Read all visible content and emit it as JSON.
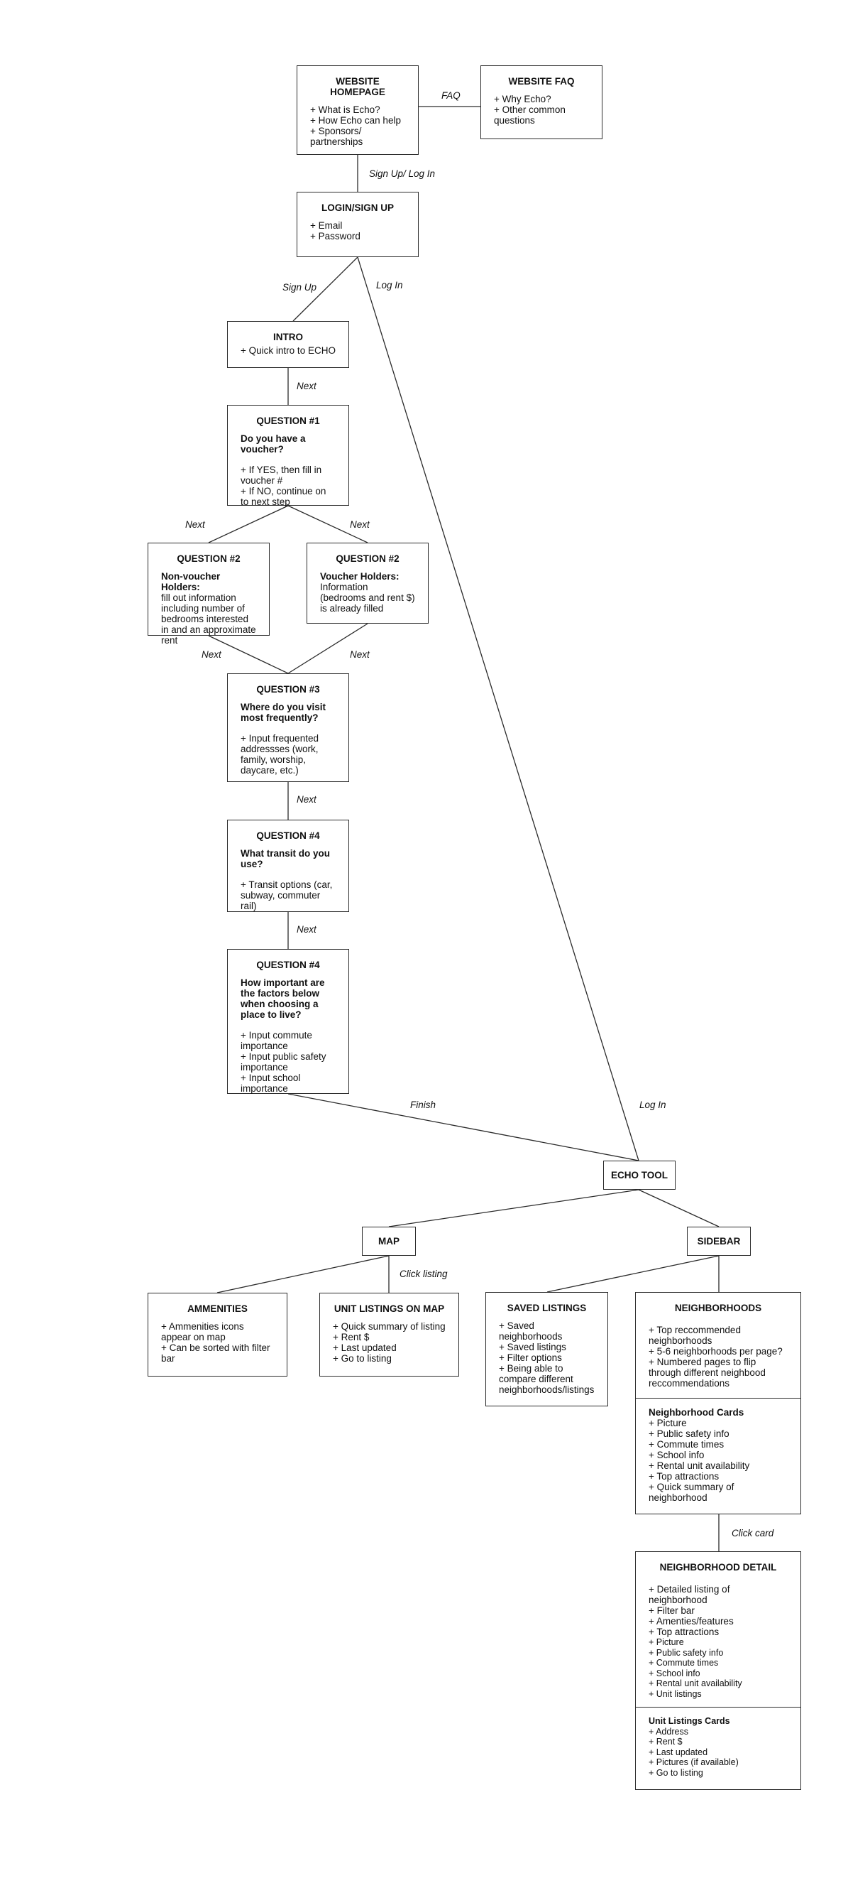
{
  "colors": {
    "stroke": "#2b2b2b",
    "text": "#111111",
    "background": "#ffffff"
  },
  "homepage": {
    "title": "WEBSITE HOMEPAGE",
    "items": [
      "+ What is Echo?",
      "+ How Echo can help",
      "+ Sponsors/ partnerships"
    ]
  },
  "faq": {
    "title": "WEBSITE FAQ",
    "items": [
      "+ Why Echo?",
      "+ Other common questions"
    ]
  },
  "login": {
    "title": "LOGIN/SIGN UP",
    "items": [
      "+ Email",
      "+ Password"
    ]
  },
  "intro": {
    "title": "INTRO",
    "text": "+ Quick intro to ECHO"
  },
  "q1": {
    "title": "QUESTION #1",
    "question": "Do you have a voucher?",
    "items": [
      "+ If YES, then fill in voucher #",
      "+ If NO, continue on to next step"
    ]
  },
  "q2a": {
    "title": "QUESTION #2",
    "lead": "Non-voucher Holders:",
    "text": "fill out information including number of bedrooms interested in and an approximate rent"
  },
  "q2b": {
    "title": "QUESTION #2",
    "lead": "Voucher Holders:",
    "text": "Information (bedrooms and rent $) is already filled"
  },
  "q3": {
    "title": "QUESTION #3",
    "question": "Where do you visit most frequently?",
    "items": [
      "+ Input frequented addressses (work, family, worship, daycare, etc.)"
    ]
  },
  "q4a": {
    "title": "QUESTION #4",
    "question": "What transit do you use?",
    "items": [
      "+ Transit options (car, subway, commuter rail)"
    ]
  },
  "q4b": {
    "title": "QUESTION #4",
    "question": "How important are the factors below when choosing a place to live?",
    "items": [
      "+ Input commute importance",
      "+ Input public safety importance",
      "+ Input school importance"
    ]
  },
  "echo": {
    "title": "ECHO TOOL"
  },
  "map": {
    "title": "MAP"
  },
  "sidebar": {
    "title": "SIDEBAR"
  },
  "amenities": {
    "title": "AMMENITIES",
    "items": [
      "+ Ammenities icons appear on map",
      "+ Can be sorted with filter bar"
    ]
  },
  "units": {
    "title": "UNIT LISTINGS ON MAP",
    "items": [
      "+ Quick summary of listing",
      "+ Rent $",
      "+ Last updated",
      "+ Go to listing"
    ]
  },
  "saved": {
    "title": "SAVED LISTINGS",
    "items": [
      "+ Saved neighborhoods",
      "+ Saved listings",
      "+ Filter options",
      "+ Being able to compare different neighborhoods/listings"
    ]
  },
  "neighborhoods": {
    "title": "NEIGHBORHOODS",
    "items": [
      "+ Top reccommended neighborhoods",
      "+ 5-6 neighborhoods per page?",
      "+ Numbered pages to flip through different neighbood reccommendations"
    ],
    "cards_title": "Neighborhood Cards",
    "cards_items": [
      "+ Picture",
      "+ Public safety info",
      "+ Commute times",
      "+ School info",
      "+ Rental unit availability",
      "+ Top attractions",
      "+ Quick summary of neighborhood"
    ]
  },
  "detail": {
    "title": "NEIGHBORHOOD DETAIL",
    "items": [
      "+ Detailed listing of neighborhood",
      "+ Filter bar",
      "+ Amenties/features",
      "+ Top attractions",
      "+ Picture",
      "+ Public safety info",
      "+ Commute times",
      "+ School info",
      "+ Rental unit availability",
      "+ Unit listings"
    ],
    "cards_title": "Unit Listings Cards",
    "cards_items": [
      "+ Address",
      "+ Rent $",
      "+ Last updated",
      "+ Pictures (if available)",
      "+ Go to listing"
    ]
  },
  "labels": {
    "faq": "FAQ",
    "signup_login": "Sign Up/ Log In",
    "signup": "Sign Up",
    "login": "Log In",
    "next": "Next",
    "finish": "Finish",
    "click_listing": "Click listing",
    "click_card": "Click card"
  }
}
